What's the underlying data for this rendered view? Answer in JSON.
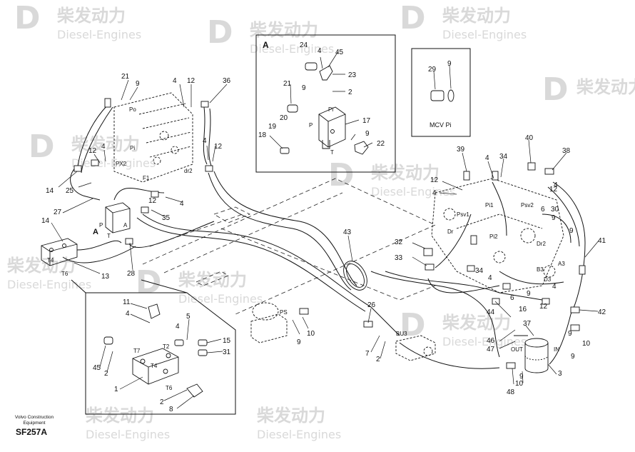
{
  "watermark": {
    "cn": "柴发动力",
    "en": "Diesel-Engines"
  },
  "footer": {
    "brand_line1": "Volvo Construction",
    "brand_line2": "Equipment",
    "code": "SF257A"
  },
  "detail_a": {
    "label": "A"
  },
  "mcv_inset": {
    "caption": "MCV Pi"
  },
  "port_labels": [
    "Po",
    "Pi",
    "PX2",
    "F1",
    "dr2",
    "P",
    "T",
    "A",
    "A",
    "T4",
    "T6",
    "T7",
    "T2",
    "T4",
    "T6",
    "Pi",
    "P",
    "T",
    "PS",
    "BU3",
    "Psv1",
    "Pi1",
    "Psv2",
    "Dr",
    "Pi2",
    "Dr2",
    "A3",
    "B3",
    "D3",
    "OUT",
    "IN"
  ],
  "callouts": [
    "1",
    "2",
    "3",
    "4",
    "5",
    "6",
    "7",
    "8",
    "9",
    "10",
    "11",
    "12",
    "13",
    "14",
    "15",
    "16",
    "17",
    "18",
    "19",
    "20",
    "21",
    "22",
    "23",
    "24",
    "25",
    "26",
    "27",
    "28",
    "29",
    "30",
    "31",
    "32",
    "33",
    "34",
    "35",
    "36",
    "37",
    "38",
    "39",
    "40",
    "41",
    "42",
    "43",
    "44",
    "45",
    "46",
    "47",
    "48"
  ]
}
